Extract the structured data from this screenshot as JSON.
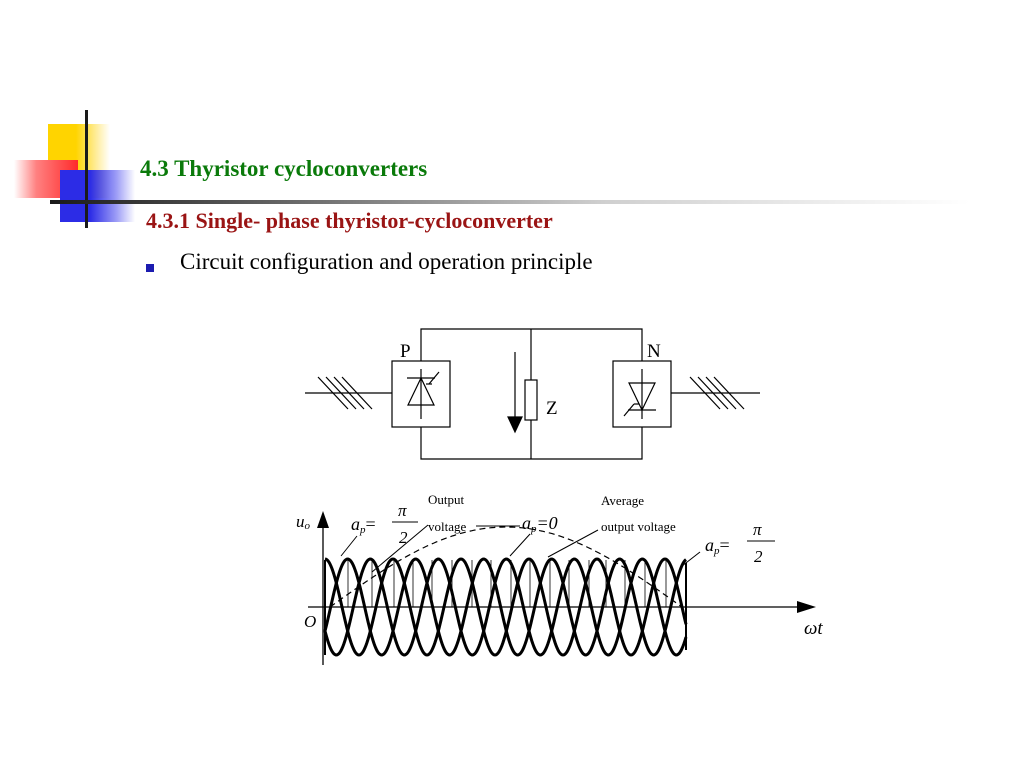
{
  "slide": {
    "title": "4.3 Thyristor cycloconverters",
    "subtitle": "4.3.1 Single- phase thyristor-cycloconverter",
    "bullet": "Circuit configuration and operation principle"
  },
  "circuit": {
    "label_p": "P",
    "label_n": "N",
    "label_z": "Z"
  },
  "waveform": {
    "y_axis_label_main": "u",
    "y_axis_label_sub": "o",
    "origin_label": "O",
    "x_axis_label_omega": "ω",
    "x_axis_label_t": "t",
    "alpha_symbol": "a",
    "alpha_sub": "p",
    "eq": "=",
    "alpha_zero_value": "=0",
    "pi": "π",
    "two": "2",
    "output_label_line1": "Output",
    "output_label_line2": "voltage",
    "average_label_line1": "Average",
    "average_label_line2": "output voltage"
  },
  "colors": {
    "title": "#0a7a0a",
    "subtitle": "#9a1414",
    "bullet": "#1c1cb0"
  }
}
